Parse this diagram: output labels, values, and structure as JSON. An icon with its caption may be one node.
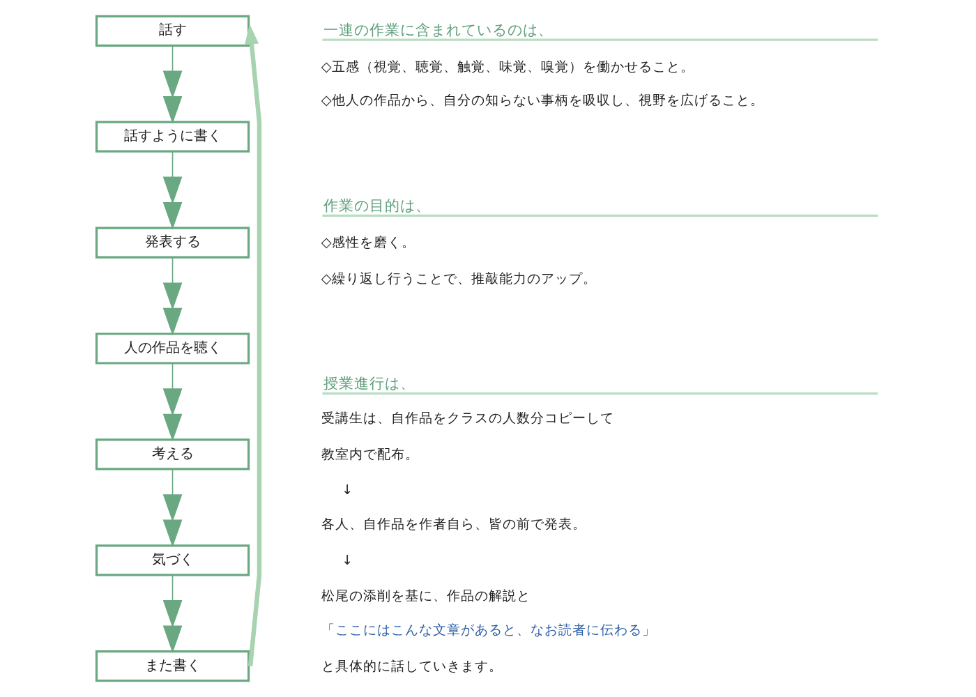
{
  "diagram": {
    "nodes": [
      {
        "text": [
          "話す"
        ]
      },
      {
        "text": [
          "話すように書く"
        ]
      },
      {
        "text": [
          "発表する"
        ]
      },
      {
        "text": [
          "人の作品を聴く"
        ]
      },
      {
        "text": [
          "考える"
        ]
      },
      {
        "text": [
          "気づく"
        ]
      },
      {
        "text": [
          "また書く"
        ]
      }
    ],
    "edges": [
      {
        "from": 0,
        "to": 1,
        "arrow": "to"
      },
      {
        "from": 1,
        "to": 2,
        "arrow": "to"
      },
      {
        "from": 2,
        "to": 3,
        "arrow": "to"
      },
      {
        "from": 3,
        "to": 4,
        "arrow": "to"
      },
      {
        "from": 4,
        "to": 5,
        "arrow": "to"
      },
      {
        "from": 5,
        "to": 6,
        "arrow": "to"
      },
      {
        "from": 6,
        "to": 0,
        "arrow": "to",
        "style": "thick",
        "color": "#a7d3b0"
      }
    ],
    "labels": [
      "一連の作業に含まれているのは、",
      "◇五感（視覚、聴覚、触覚、味覚、嗅覚）を働かせること。",
      "◇他人の作品から、自分の知らない事柄を吸収し、視野を広げること。",
      "作業の目的は、",
      "◇感性を磨く。",
      "◇繰り返し行うことで、推敲能力のアップ。",
      "授業進行は、",
      "受講生は、自作品をクラスの人数分コピーして",
      "教室内で配布。",
      "↓",
      "各人、自作品を作者自ら、皆の前で発表。",
      "↓",
      "松尾の添削を基に、作品の解説と",
      "「ここにはこんな文章があると、なお読者に伝わる」",
      "と具体的に話していきます。"
    ]
  }
}
